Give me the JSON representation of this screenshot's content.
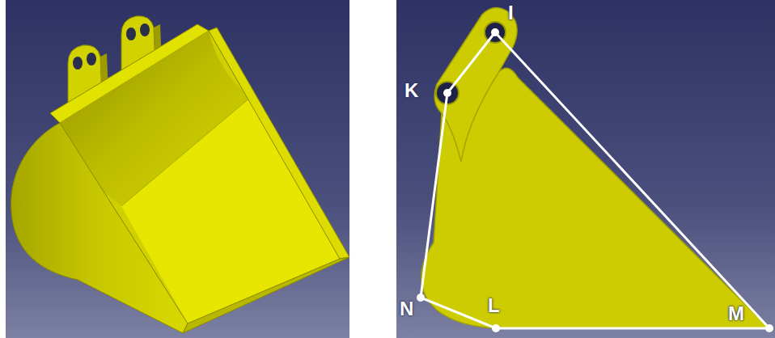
{
  "diagram": {
    "labels": [
      "I",
      "K",
      "N",
      "L",
      "M"
    ]
  }
}
